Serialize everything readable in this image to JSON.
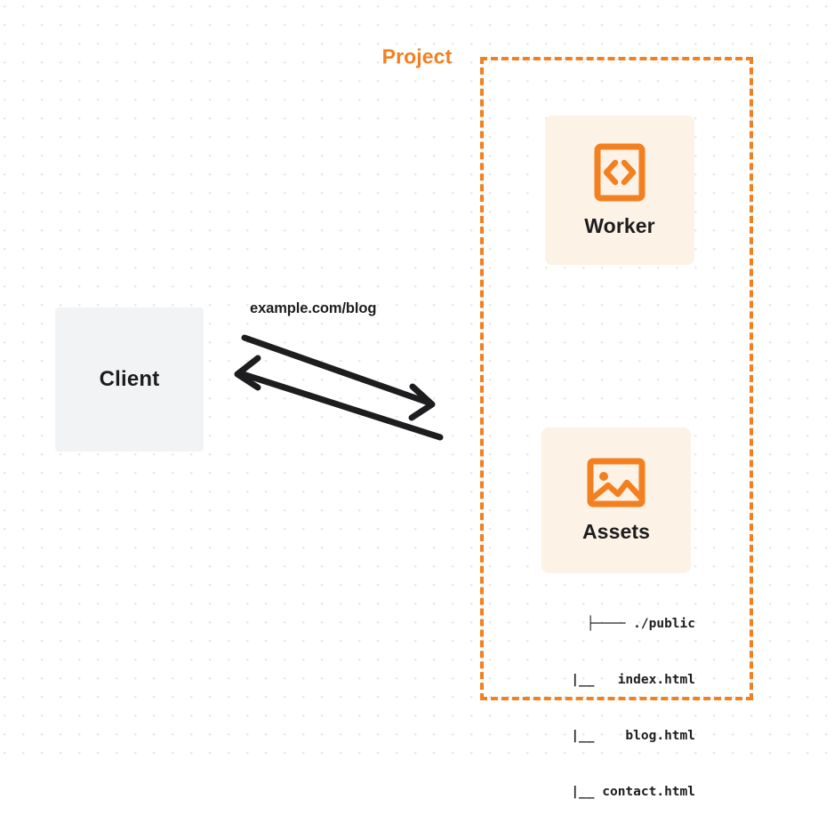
{
  "diagram": {
    "title": "Worker with Static Assets request flow",
    "background": {
      "style": "dot-grid",
      "dot_color": "#e9e9ea",
      "page_color": "#ffffff"
    },
    "colors": {
      "accent_orange": "#f38020",
      "card_background": "#fdf2e6",
      "client_background": "#f2f3f5",
      "text_dark": "#1d1d1f"
    }
  },
  "client": {
    "label": "Client"
  },
  "connection": {
    "label": "example.com/blog",
    "arrow_to_project": "arrow-right-icon",
    "arrow_to_client": "arrow-left-icon"
  },
  "project": {
    "title": "Project",
    "border_style": "dashed",
    "nodes": [
      {
        "id": "worker",
        "label": "Worker",
        "icon": "code-brackets-icon"
      },
      {
        "id": "assets",
        "label": "Assets",
        "icon": "image-picture-icon"
      }
    ]
  },
  "file_tree": {
    "lines": [
      "├──── ./public",
      "     |__   index.html",
      "     |__    blog.html",
      "     |__ contact.html"
    ]
  }
}
